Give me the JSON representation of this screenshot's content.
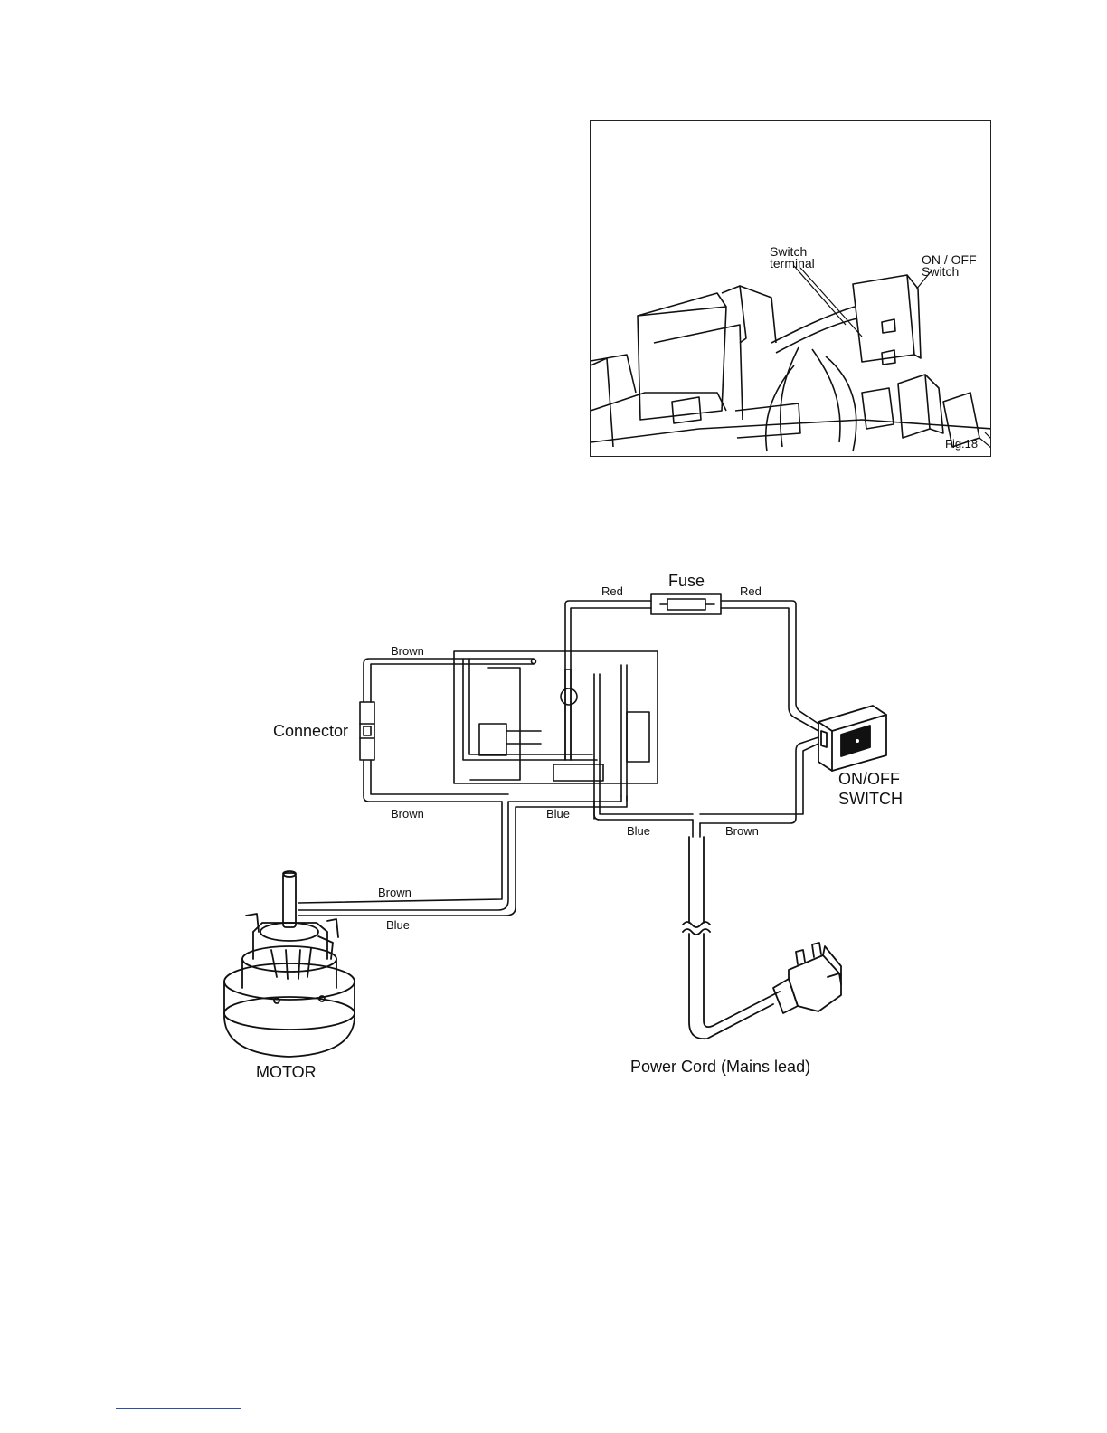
{
  "figure18": {
    "switch_terminal_label": "Switch\nterminal",
    "on_off_switch_label": "ON / OFF\nSwitch",
    "fig_label": "Fig.18"
  },
  "wiring": {
    "fuse_label": "Fuse",
    "red_left": "Red",
    "red_right": "Red",
    "brown_top": "Brown",
    "connector_label": "Connector",
    "brown_bottom": "Brown",
    "blue_pcb": "Blue",
    "blue_cord": "Blue",
    "brown_cord": "Brown",
    "brown_motor": "Brown",
    "blue_motor": "Blue",
    "switch_label_line1": "ON/OFF",
    "switch_label_line2": "SWITCH",
    "motor_label": "MOTOR",
    "power_cord_label": "Power Cord (Mains lead)"
  },
  "colors": {
    "line": "#111111",
    "link": "#2a4fb0"
  }
}
